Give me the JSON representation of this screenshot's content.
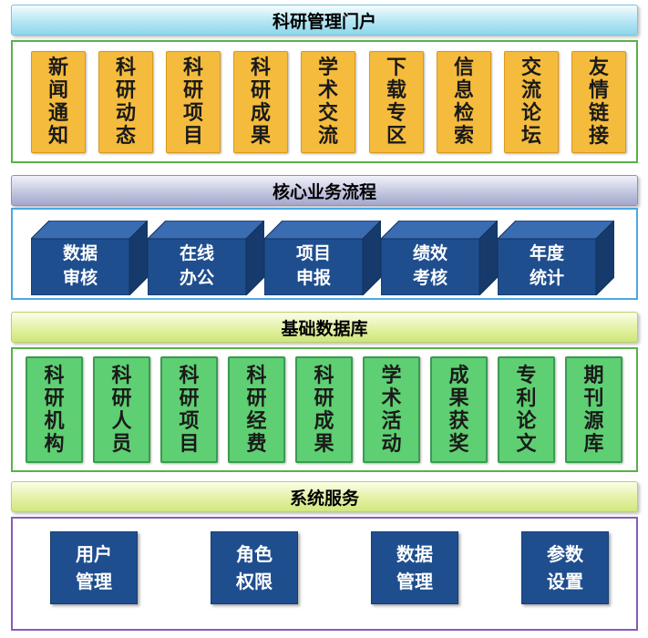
{
  "portal": {
    "title": "科研管理门户",
    "items": [
      "新闻通知",
      "科研动态",
      "科研项目",
      "科研成果",
      "学术交流",
      "下载专区",
      "信息检索",
      "交流论坛",
      "友情链接"
    ]
  },
  "core": {
    "title": "核心业务流程",
    "items": [
      "数据\n审核",
      "在线\n办公",
      "项目\n申报",
      "绩效\n考核",
      "年度\n统计"
    ]
  },
  "base": {
    "title": "基础数据库",
    "items": [
      "科研机构",
      "科研人员",
      "科研项目",
      "科研经费",
      "科研成果",
      "学术活动",
      "成果获奖",
      "专利论文",
      "期刊源库"
    ]
  },
  "system": {
    "title": "系统服务",
    "items": [
      "用户\n管理",
      "角色\n权限",
      "数据\n管理",
      "参数\n设置"
    ]
  },
  "colors": {
    "portal_item": "#f5bb3d",
    "core_item": "#1f4e8f",
    "base_item": "#5ecf73",
    "system_item": "#1f4e8f"
  }
}
